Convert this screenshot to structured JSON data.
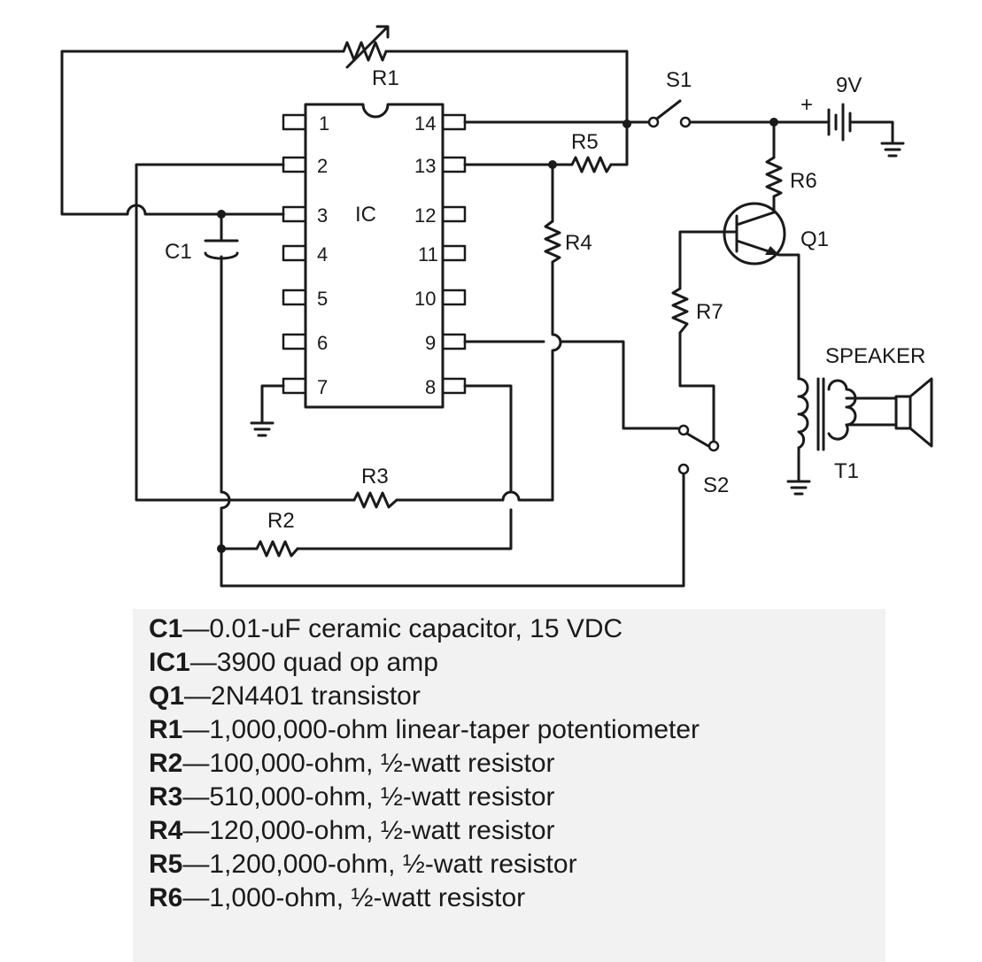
{
  "schematic": {
    "labels": {
      "r1": "R1",
      "r2": "R2",
      "r3": "R3",
      "r4": "R4",
      "r5": "R5",
      "r6": "R6",
      "r7": "R7",
      "c1": "C1",
      "ic": "IC",
      "q1": "Q1",
      "s1": "S1",
      "s2": "S2",
      "t1": "T1",
      "speaker": "SPEAKER",
      "battery": "9V",
      "plus": "+"
    },
    "ic_pins_left": [
      "1",
      "2",
      "3",
      "4",
      "5",
      "6",
      "7"
    ],
    "ic_pins_right": [
      "14",
      "13",
      "12",
      "11",
      "10",
      "9",
      "8"
    ]
  },
  "parts_list": [
    {
      "ref": "C1",
      "desc": "0.01-uF ceramic capacitor, 15 VDC"
    },
    {
      "ref": "IC1",
      "desc": "3900 quad op amp"
    },
    {
      "ref": "Q1",
      "desc": "2N4401 transistor"
    },
    {
      "ref": "R1",
      "desc": "1,000,000-ohm linear-taper potentiometer"
    },
    {
      "ref": "R2",
      "desc": "100,000-ohm, ½-watt resistor"
    },
    {
      "ref": "R3",
      "desc": "510,000-ohm, ½-watt resistor"
    },
    {
      "ref": "R4",
      "desc": "120,000-ohm, ½-watt resistor"
    },
    {
      "ref": "R5",
      "desc": "1,200,000-ohm, ½-watt resistor"
    },
    {
      "ref": "R6",
      "desc": "1,000-ohm, ½-watt resistor"
    }
  ],
  "separator": "—"
}
